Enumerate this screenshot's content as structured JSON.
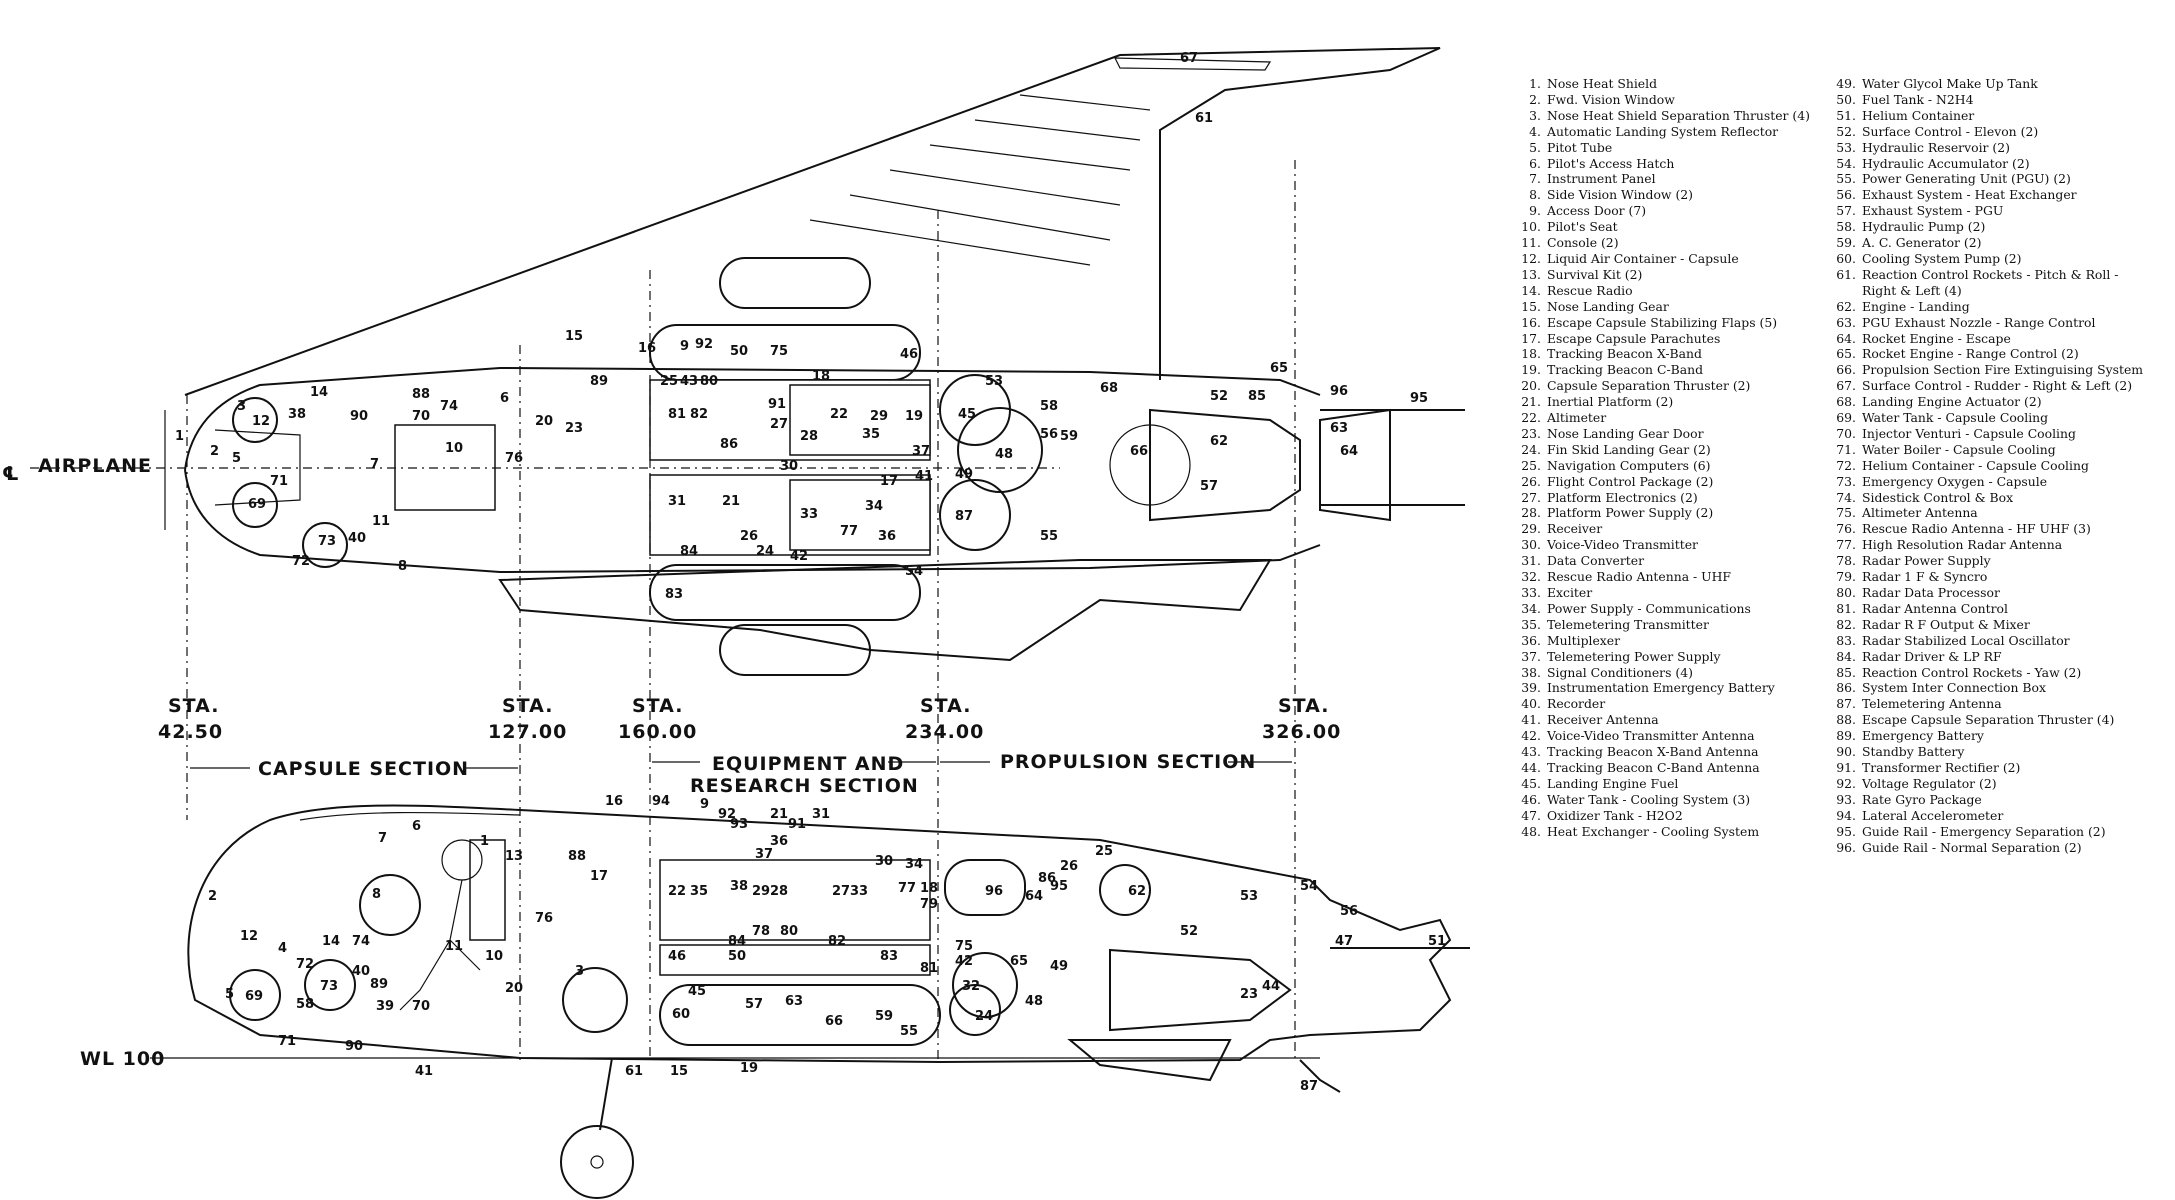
{
  "top_view": {
    "centerline_label": "AIRPLANE",
    "centerline_symbol": "℄",
    "callouts": [
      "1",
      "2",
      "3",
      "5",
      "7",
      "69",
      "71",
      "12",
      "38",
      "14",
      "90",
      "89",
      "88",
      "70",
      "74",
      "6",
      "18",
      "11",
      "73",
      "40",
      "72",
      "8",
      "20",
      "23",
      "10",
      "22",
      "76",
      "15",
      "16",
      "9",
      "25",
      "43",
      "80",
      "81",
      "82",
      "86",
      "92",
      "50",
      "75",
      "28",
      "91",
      "27",
      "31",
      "21",
      "24",
      "26",
      "42",
      "84",
      "83",
      "46",
      "19",
      "17",
      "29",
      "36",
      "34",
      "77",
      "33",
      "35",
      "37",
      "41",
      "45",
      "48",
      "49",
      "87",
      "54",
      "53",
      "56",
      "55",
      "58",
      "59",
      "68",
      "66",
      "52",
      "57",
      "62",
      "85",
      "65",
      "63",
      "64",
      "96",
      "95",
      "67",
      "61",
      "30"
    ]
  },
  "stations": [
    {
      "label": "STA.",
      "value": "42.50"
    },
    {
      "label": "STA.",
      "value": "127.00"
    },
    {
      "label": "STA.",
      "value": "160.00"
    },
    {
      "label": "STA.",
      "value": "234.00"
    },
    {
      "label": "STA.",
      "value": "326.00"
    }
  ],
  "sections": {
    "capsule": "CAPSULE SECTION",
    "equipment_line1": "EQUIPMENT AND",
    "equipment_line2": "RESEARCH SECTION",
    "propulsion": "PROPULSION SECTION"
  },
  "side_view": {
    "waterline_label": "WL 100",
    "callouts": [
      "2",
      "12",
      "4",
      "5",
      "69",
      "72",
      "58",
      "73",
      "71",
      "14",
      "40",
      "74",
      "39",
      "89",
      "90",
      "70",
      "8",
      "11",
      "7",
      "6",
      "10",
      "76",
      "13",
      "20",
      "88",
      "17",
      "1",
      "3",
      "16",
      "94",
      "92",
      "21",
      "9",
      "93",
      "31",
      "91",
      "36",
      "37",
      "25",
      "86",
      "26",
      "30",
      "34",
      "22",
      "35",
      "38",
      "29",
      "28",
      "27",
      "33",
      "77",
      "18",
      "79",
      "80",
      "78",
      "81",
      "82",
      "83",
      "84",
      "46",
      "50",
      "45",
      "60",
      "55",
      "59",
      "66",
      "57",
      "63",
      "96",
      "64",
      "95",
      "62",
      "53",
      "54",
      "56",
      "47",
      "51",
      "52",
      "65",
      "48",
      "49",
      "32",
      "24",
      "23",
      "44",
      "75",
      "42",
      "41",
      "87",
      "61",
      "15",
      "19"
    ]
  },
  "legend": {
    "column1": [
      {
        "n": "1.",
        "t": "Nose Heat Shield"
      },
      {
        "n": "2.",
        "t": "Fwd. Vision Window"
      },
      {
        "n": "3.",
        "t": "Nose Heat Shield Separation Thruster  (4)"
      },
      {
        "n": "4.",
        "t": "Automatic Landing System Reflector"
      },
      {
        "n": "5.",
        "t": "Pitot Tube"
      },
      {
        "n": "6.",
        "t": "Pilot's Access Hatch"
      },
      {
        "n": "7.",
        "t": "Instrument Panel"
      },
      {
        "n": "8.",
        "t": "Side Vision Window  (2)"
      },
      {
        "n": "9.",
        "t": "Access Door  (7)"
      },
      {
        "n": "10.",
        "t": "Pilot's Seat"
      },
      {
        "n": "11.",
        "t": "Console  (2)"
      },
      {
        "n": "12.",
        "t": "Liquid Air Container - Capsule"
      },
      {
        "n": "13.",
        "t": "Survival Kit (2)"
      },
      {
        "n": "14.",
        "t": "Rescue Radio"
      },
      {
        "n": "15.",
        "t": "Nose Landing Gear"
      },
      {
        "n": "16.",
        "t": "Escape Capsule Stabilizing Flaps  (5)"
      },
      {
        "n": "17.",
        "t": "Escape Capsule Parachutes"
      },
      {
        "n": "18.",
        "t": "Tracking Beacon X-Band"
      },
      {
        "n": "19.",
        "t": "Tracking Beacon C-Band"
      },
      {
        "n": "20.",
        "t": "Capsule Separation Thruster  (2)"
      },
      {
        "n": "21.",
        "t": "Inertial Platform  (2)"
      },
      {
        "n": "22.",
        "t": "Altimeter"
      },
      {
        "n": "23.",
        "t": "Nose Landing Gear Door"
      },
      {
        "n": "24.",
        "t": "Fin Skid Landing Gear  (2)"
      },
      {
        "n": "25.",
        "t": "Navigation Computers  (6)"
      },
      {
        "n": "26.",
        "t": "Flight Control Package  (2)"
      },
      {
        "n": "27.",
        "t": "Platform Electronics  (2)"
      },
      {
        "n": "28.",
        "t": "Platform Power Supply  (2)"
      },
      {
        "n": "29.",
        "t": "Receiver"
      },
      {
        "n": "30.",
        "t": "Voice-Video Transmitter"
      },
      {
        "n": "31.",
        "t": "Data Converter"
      },
      {
        "n": "32.",
        "t": "Rescue Radio Antenna - UHF"
      },
      {
        "n": "33.",
        "t": "Exciter"
      },
      {
        "n": "34.",
        "t": "Power Supply - Communications"
      },
      {
        "n": "35.",
        "t": "Telemetering Transmitter"
      },
      {
        "n": "36.",
        "t": "Multiplexer"
      },
      {
        "n": "37.",
        "t": "Telemetering Power Supply"
      },
      {
        "n": "38.",
        "t": "Signal Conditioners  (4)"
      },
      {
        "n": "39.",
        "t": "Instrumentation Emergency Battery"
      },
      {
        "n": "40.",
        "t": "Recorder"
      },
      {
        "n": "41.",
        "t": "Receiver Antenna"
      },
      {
        "n": "42.",
        "t": "Voice-Video Transmitter Antenna"
      },
      {
        "n": "43.",
        "t": "Tracking Beacon X-Band Antenna"
      },
      {
        "n": "44.",
        "t": "Tracking Beacon C-Band Antenna"
      },
      {
        "n": "45.",
        "t": "Landing Engine Fuel"
      },
      {
        "n": "46.",
        "t": "Water Tank - Cooling System  (3)"
      },
      {
        "n": "47.",
        "t": "Oxidizer Tank - H2O2"
      },
      {
        "n": "48.",
        "t": "Heat Exchanger - Cooling System"
      }
    ],
    "column2": [
      {
        "n": "49.",
        "t": "Water Glycol Make Up Tank"
      },
      {
        "n": "50.",
        "t": "Fuel Tank - N2H4"
      },
      {
        "n": "51.",
        "t": "Helium Container"
      },
      {
        "n": "52.",
        "t": "Surface Control - Elevon  (2)"
      },
      {
        "n": "53.",
        "t": "Hydraulic Reservoir  (2)"
      },
      {
        "n": "54.",
        "t": "Hydraulic Accumulator  (2)"
      },
      {
        "n": "55.",
        "t": "Power Generating Unit (PGU)  (2)"
      },
      {
        "n": "56.",
        "t": "Exhaust System - Heat Exchanger"
      },
      {
        "n": "57.",
        "t": "Exhaust System - PGU"
      },
      {
        "n": "58.",
        "t": "Hydraulic Pump  (2)"
      },
      {
        "n": "59.",
        "t": "A. C. Generator  (2)"
      },
      {
        "n": "60.",
        "t": "Cooling System Pump  (2)"
      },
      {
        "n": "61.",
        "t": "Reaction Control Rockets - Pitch & Roll -"
      },
      {
        "n": "",
        "t": "Right & Left  (4)"
      },
      {
        "n": "62.",
        "t": "Engine - Landing"
      },
      {
        "n": "63.",
        "t": "PGU Exhaust Nozzle - Range Control"
      },
      {
        "n": "64.",
        "t": "Rocket Engine - Escape"
      },
      {
        "n": "65.",
        "t": "Rocket Engine - Range Control  (2)"
      },
      {
        "n": "66.",
        "t": "Propulsion Section Fire Extinguising System"
      },
      {
        "n": "67.",
        "t": "Surface Control - Rudder - Right & Left  (2)"
      },
      {
        "n": "68.",
        "t": "Landing Engine Actuator  (2)"
      },
      {
        "n": "69.",
        "t": "Water Tank - Capsule Cooling"
      },
      {
        "n": "70.",
        "t": "Injector Venturi - Capsule Cooling"
      },
      {
        "n": "71.",
        "t": "Water Boiler - Capsule Cooling"
      },
      {
        "n": "72.",
        "t": "Helium Container - Capsule Cooling"
      },
      {
        "n": "73.",
        "t": "Emergency Oxygen - Capsule"
      },
      {
        "n": "74.",
        "t": "Sidestick Control & Box"
      },
      {
        "n": "75.",
        "t": "Altimeter Antenna"
      },
      {
        "n": "76.",
        "t": "Rescue Radio Antenna - HF UHF  (3)"
      },
      {
        "n": "77.",
        "t": "High Resolution Radar Antenna"
      },
      {
        "n": "78.",
        "t": "Radar Power Supply"
      },
      {
        "n": "79.",
        "t": "Radar 1 F & Syncro"
      },
      {
        "n": "80.",
        "t": "Radar Data Processor"
      },
      {
        "n": "81.",
        "t": "Radar Antenna Control"
      },
      {
        "n": "82.",
        "t": "Radar R F Output & Mixer"
      },
      {
        "n": "83.",
        "t": "Radar Stabilized Local Oscillator"
      },
      {
        "n": "84.",
        "t": "Radar Driver & LP RF"
      },
      {
        "n": "85.",
        "t": "Reaction Control Rockets - Yaw  (2)"
      },
      {
        "n": "86.",
        "t": "System Inter Connection Box"
      },
      {
        "n": "87.",
        "t": "Telemetering Antenna"
      },
      {
        "n": "88.",
        "t": "Escape Capsule Separation Thruster  (4)"
      },
      {
        "n": "89.",
        "t": "Emergency Battery"
      },
      {
        "n": "90.",
        "t": "Standby Battery"
      },
      {
        "n": "91.",
        "t": "Transformer Rectifier  (2)"
      },
      {
        "n": "92.",
        "t": "Voltage Regulator  (2)"
      },
      {
        "n": "93.",
        "t": "Rate Gyro Package"
      },
      {
        "n": "94.",
        "t": "Lateral Accelerometer"
      },
      {
        "n": "95.",
        "t": "Guide Rail - Emergency Separation  (2)"
      },
      {
        "n": "96.",
        "t": "Guide Rail - Normal Separation  (2)"
      }
    ]
  }
}
